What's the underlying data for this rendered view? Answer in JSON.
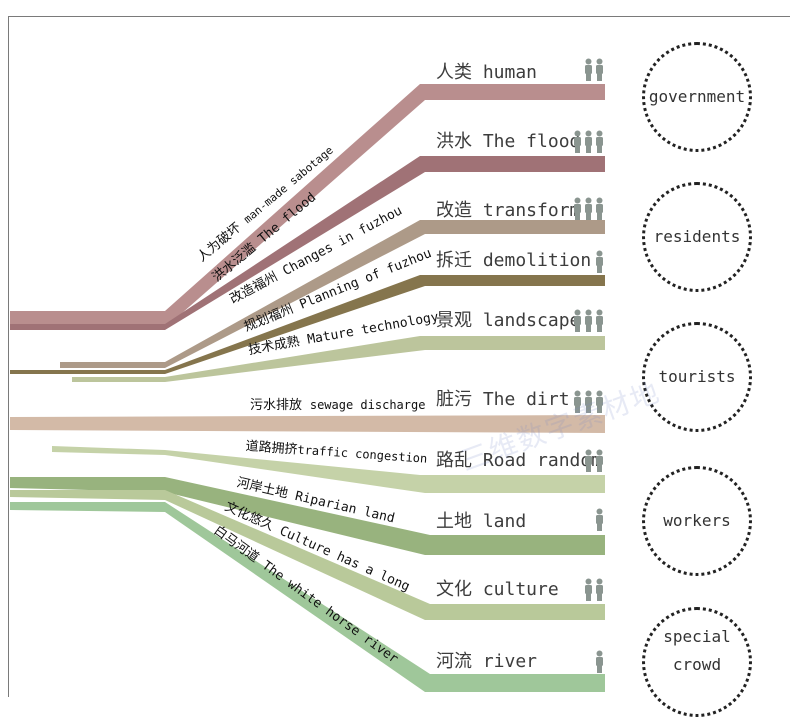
{
  "left_labels": [
    {
      "cn": "人为破坏",
      "en": "man-made sabotage"
    },
    {
      "cn": "洪水泛滥",
      "en": "The flood"
    },
    {
      "cn": "改造福州",
      "en": "Changes in fuzhou"
    },
    {
      "cn": "规划福州",
      "en": "Planning of fuzhou"
    },
    {
      "cn": "技术成熟",
      "en": "Mature technology"
    },
    {
      "cn": "污水排放",
      "en": "sewage discharge"
    },
    {
      "cn": "道路拥挤",
      "en": "traffic congestion"
    },
    {
      "cn": "河岸土地",
      "en": "Riparian land"
    },
    {
      "cn": "文化悠久",
      "en": "Culture has a long"
    },
    {
      "cn": "白马河道",
      "en": "The white horse river"
    }
  ],
  "right_labels": [
    {
      "text": "人类 human",
      "people": 2
    },
    {
      "text": "洪水 The flood",
      "people": 3
    },
    {
      "text": "改造 transform",
      "people": 3
    },
    {
      "text": "拆迁 demolition",
      "people": 1
    },
    {
      "text": "景观 landscape",
      "people": 3
    },
    {
      "text": "脏污 The dirt",
      "people": 3
    },
    {
      "text": "路乱 Road random",
      "people": 2
    },
    {
      "text": "土地 land",
      "people": 1
    },
    {
      "text": "文化 culture",
      "people": 2
    },
    {
      "text": "河流 river",
      "people": 1
    }
  ],
  "stakeholders": [
    {
      "label": "government"
    },
    {
      "label": "residents"
    },
    {
      "label": "tourists"
    },
    {
      "label": "workers"
    },
    {
      "label": "special crowd"
    }
  ],
  "watermark": "三维数字素材地",
  "colors": {
    "pink": "#b98e8e",
    "mauve": "#a07276",
    "tan": "#ad9a88",
    "olive": "#85754d",
    "sage": "#bcc59c",
    "peach": "#d3baa7",
    "lightgreen": "#c5d2a8",
    "green": "#98b37e",
    "palegreen": "#b9c99a",
    "seafoam": "#9fc79a",
    "people": "#8a9590"
  }
}
